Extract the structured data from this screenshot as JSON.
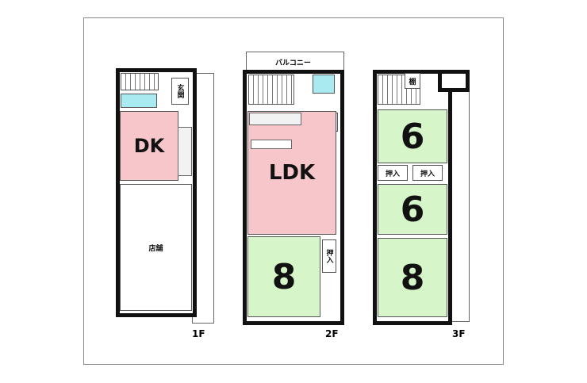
{
  "floors": [
    {
      "label": "1F",
      "rooms": {
        "entrance": "玄関",
        "dk": "DK",
        "shop": "店舗"
      }
    },
    {
      "label": "2F",
      "rooms": {
        "balcony": "バルコニー",
        "ldk": "LDK",
        "tatami": "8",
        "closet": "押入"
      }
    },
    {
      "label": "3F",
      "rooms": {
        "shelf": "棚",
        "tatami_top": "6",
        "closet_a": "押入",
        "closet_b": "押入",
        "tatami_mid": "6",
        "tatami_bottom": "8"
      }
    }
  ],
  "colors": {
    "tatami": "#d6f5c9",
    "dining": "#f6c6ca",
    "water": "#a9e9f0"
  }
}
